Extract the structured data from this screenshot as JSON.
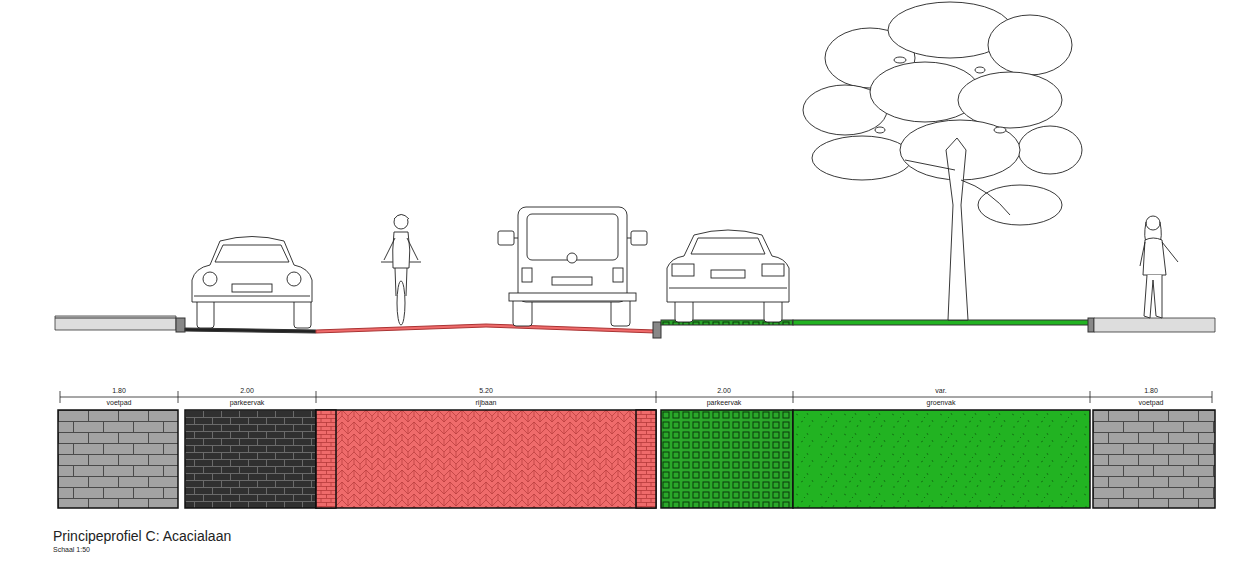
{
  "diagram": {
    "title": "Principeprofiel C: Acacialaan",
    "caption": "Schaal 1:50",
    "labels": [
      "1.80",
      "voetpad",
      "2.00",
      "parkeervak",
      "5.20",
      "rijbaan",
      "2.00",
      "parkeervak",
      "var.",
      "groenvak",
      "1.80",
      "voetpad"
    ]
  }
}
